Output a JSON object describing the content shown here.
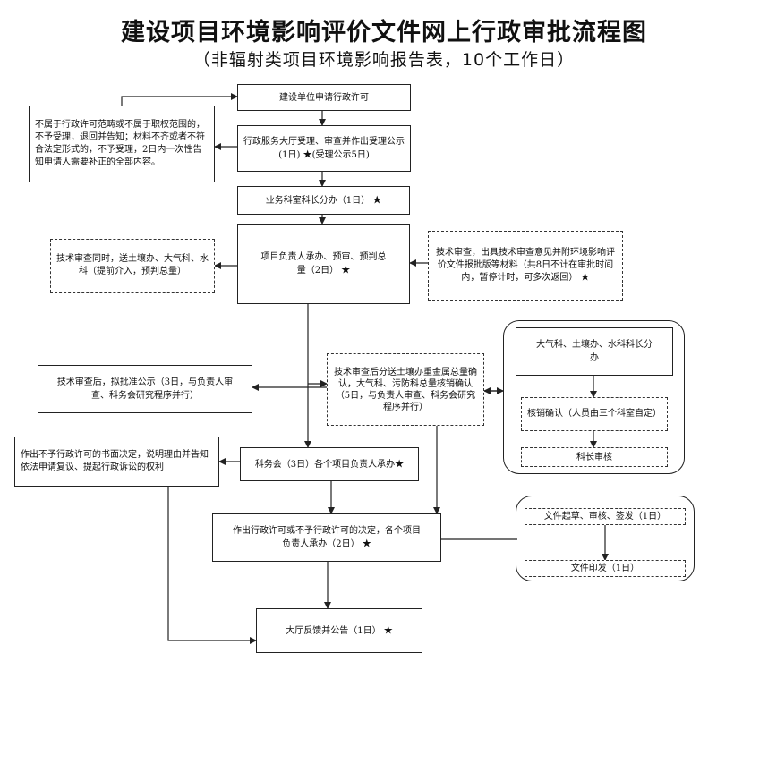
{
  "title": "建设项目环境影响评价文件网上行政审批流程图",
  "subtitle": "（非辐射类项目环境影响报告表，10个工作日）",
  "nodes": {
    "apply": "建设单位申请行政许可",
    "accept": "行政服务大厅受理、审查并作出受理公示(1日) ★(受理公示5日)",
    "reject": "不属于行政许可范畴或不属于职权范围的，不予受理，退回并告知；材料不齐或者不符合法定形式的，不予受理，2日内一次性告知申请人需要补正的全部内容。",
    "dispatch": "业务科室科长分办（1日） ★",
    "pre_review": "项目负责人承办、预审、预判总量（2日） ★",
    "tech_parallel": "技术审查同时，送土壤办、大气科、水科（提前介入，预判总量）",
    "tech_review": "技术审查，出具技术审查意见并附环境影响评价文件报批版等材料（共8日不计在审批时间内，暂停计时，可多次返回） ★",
    "publicize": "技术审查后，拟批准公示（3日，与负责人审查、科务会研究程序并行）",
    "total_confirm": "技术审查后分送土壤办重金属总量确认，大气科、污防科总量核销确认（5日，与负责人审查、科务会研究程序并行）",
    "dept_heads": "大气科、土壤办、水科科长分办",
    "verify": "核销确认（人员由三个科室自定）",
    "chief_review": "科长审核",
    "meeting": "科务会（3日）各个项目负责人承办★",
    "deny": "作出不予行政许可的书面决定，说明理由并告知依法申请复议、提起行政诉讼的权利",
    "decision": "作出行政许可或不予行政许可的决定，各个项目负责人承办（2日） ★",
    "draft": "文件起草、审核、签发（1日）",
    "print": "文件印发（1日）",
    "feedback": "大厅反馈并公告（1日） ★"
  }
}
